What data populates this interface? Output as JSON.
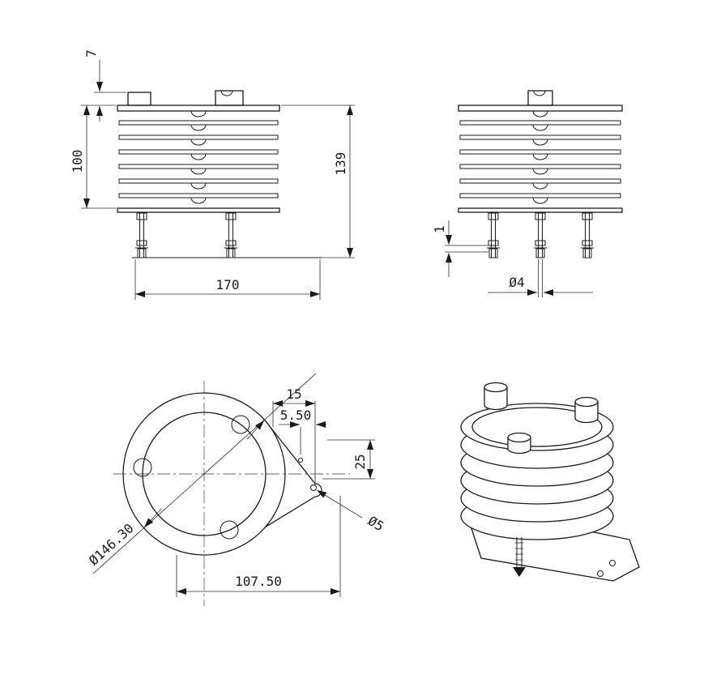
{
  "drawing": {
    "kind": "multi-plate radiation shield, 4-view technical drawing"
  },
  "views": {
    "front": {
      "dims": {
        "cap_height": "7",
        "stack_height": "100",
        "overall_height": "139",
        "base_width": "170"
      }
    },
    "side": {
      "dims": {
        "washer_gap": "1",
        "rod_diameter": "Ø4"
      }
    },
    "plan": {
      "dims": {
        "tab_width": "15",
        "hole_inset": "5.50",
        "hole_pitch": "25",
        "tab_hole_diameter": "Ø5",
        "body_diameter": "Ø146.30",
        "bracket_reach": "107.50"
      }
    }
  }
}
